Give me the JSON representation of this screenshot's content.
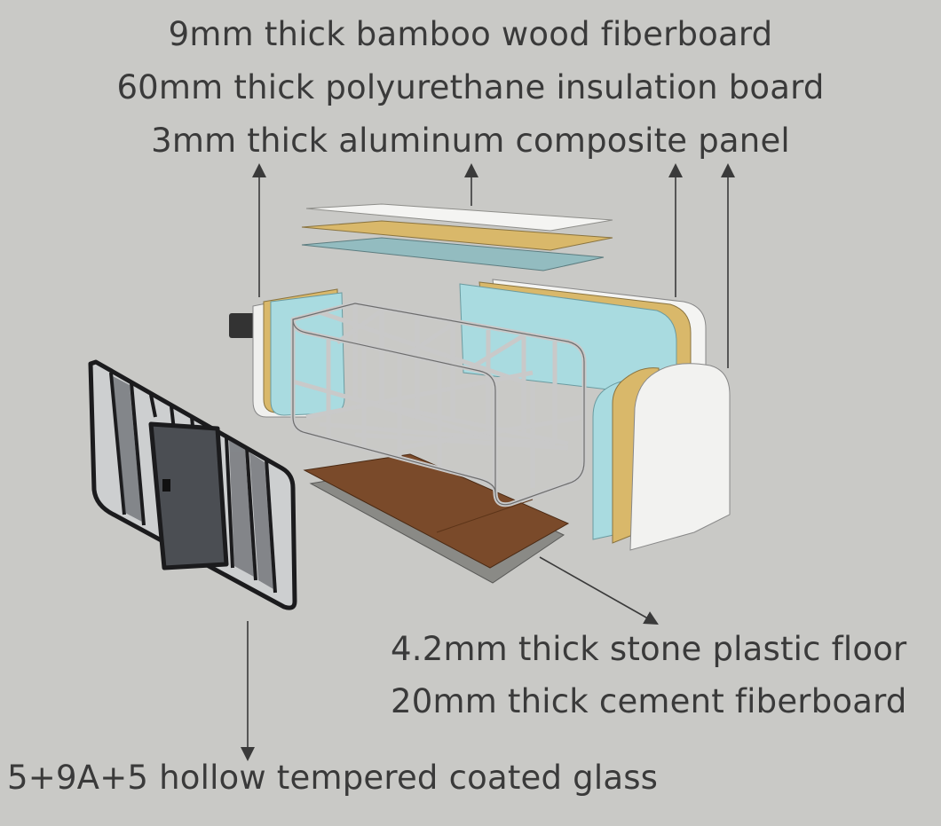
{
  "labels": {
    "top": [
      "9mm thick bamboo wood fiberboard",
      "60mm thick polyurethane insulation board",
      "3mm thick aluminum composite panel"
    ],
    "floor": [
      "4.2mm thick stone plastic floor",
      "20mm thick cement fiberboard"
    ],
    "glass": "5+9A+5 hollow tempered coated glass"
  },
  "colors": {
    "background": "#c9c9c6",
    "text": "#3a3a3a",
    "fiberboard": "#d9b86a",
    "insulation": "#a9dbe0",
    "aluminum": "#f4f4f2",
    "floor_top": "#7a4a2a",
    "floor_bottom": "#8a8a86",
    "frame": "#d6d6d6",
    "glass": "#3c3f44"
  }
}
